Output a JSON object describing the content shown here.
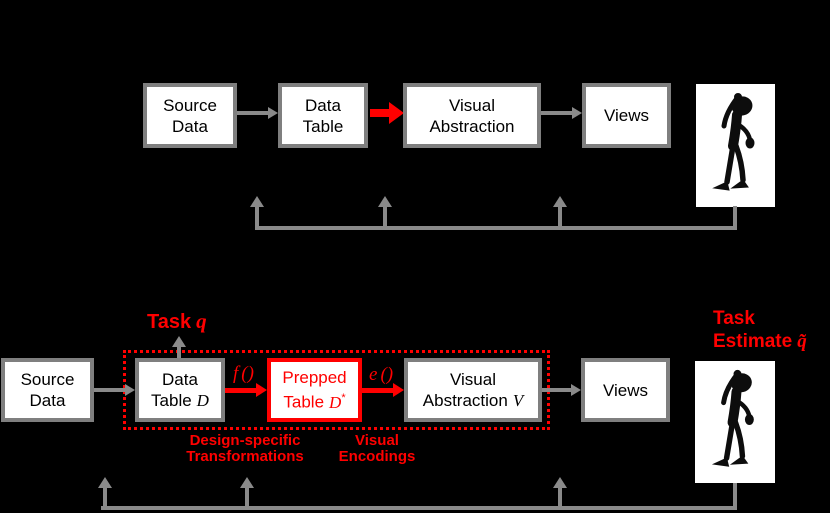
{
  "colors": {
    "background": "#000000",
    "box_fill": "#ffffff",
    "box_border_gray": "#7f7f7f",
    "line_gray": "#8a8a8a",
    "accent_red": "#ff0000",
    "box_text": "#000000"
  },
  "icons": {
    "person_top": "person-scratching-head",
    "person_bottom": "person-scratching-head"
  },
  "top_pipeline": {
    "source_box": {
      "line1": "Source",
      "line2": "Data"
    },
    "data_table_box": {
      "line1": "Data",
      "line2": "Table"
    },
    "visual_abstraction_box": {
      "line1": "Visual",
      "line2": "Abstraction"
    },
    "views_box": {
      "label": "Views"
    }
  },
  "bottom_pipeline": {
    "source_box": {
      "line1": "Source",
      "line2": "Data"
    },
    "data_table_box": {
      "line1": "Data",
      "line2_word": "Table",
      "line2_var": "D"
    },
    "prepped_table_box": {
      "line1": "Prepped",
      "line2_word": "Table",
      "line2_var": "D",
      "line2_sup": "*"
    },
    "visual_abstraction_box": {
      "line1": "Visual",
      "line2_word": "Abstraction",
      "line2_var": "V"
    },
    "views_box": {
      "label": "Views"
    },
    "task_label": {
      "word": "Task",
      "var": "q"
    },
    "task_estimate_label": {
      "line1": "Task",
      "line2_word": "Estimate",
      "line2_var": "q̃"
    },
    "f_function_label": {
      "var": "f",
      "parens": "()"
    },
    "e_function_label": {
      "var": "e",
      "parens": "()"
    },
    "design_specific_label": {
      "line1": "Design-specific",
      "line2": "Transformations"
    },
    "visual_encodings_label": {
      "line1": "Visual",
      "line2": "Encodings"
    }
  }
}
